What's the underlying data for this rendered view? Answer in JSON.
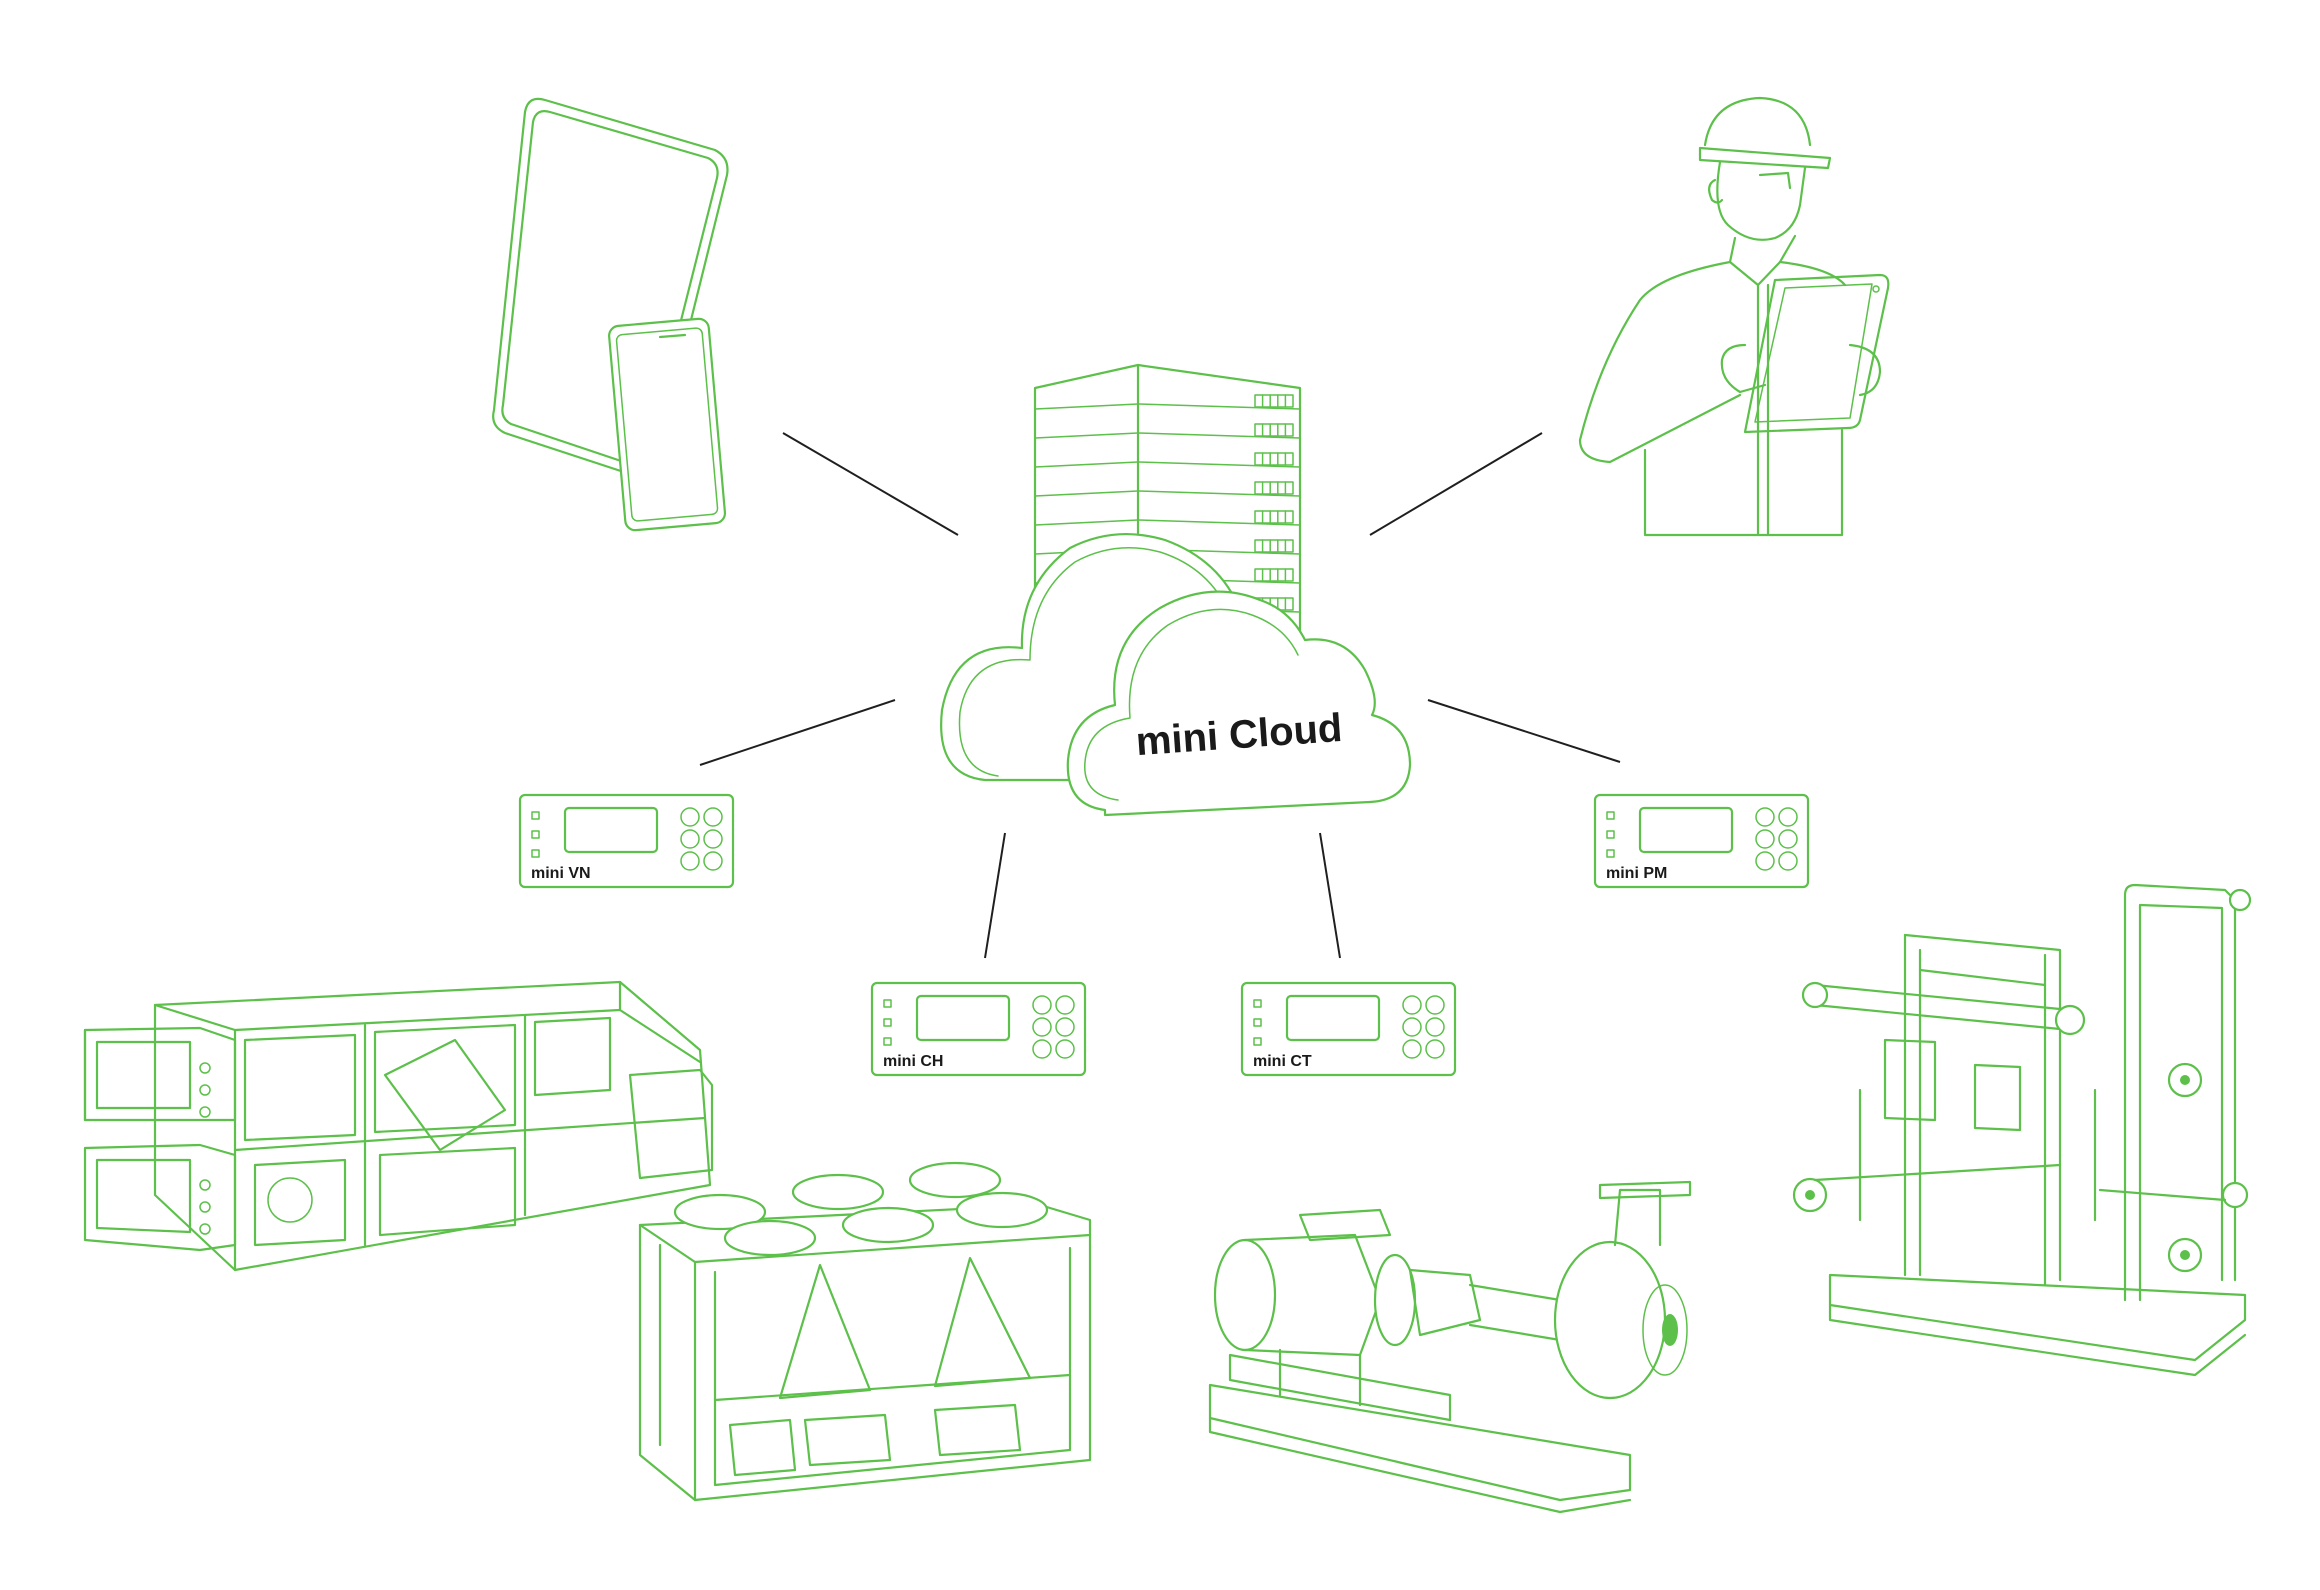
{
  "cloud": {
    "label": "mini Cloud"
  },
  "controllers": [
    {
      "id": "vn",
      "label": "mini VN"
    },
    {
      "id": "ch",
      "label": "mini CH"
    },
    {
      "id": "ct",
      "label": "mini CT"
    },
    {
      "id": "pm",
      "label": "mini PM"
    }
  ],
  "colors": {
    "line_art": "#5cc04a",
    "connector": "#1f1f1f",
    "text": "#1a1a1a",
    "background": "#ffffff"
  },
  "icons": [
    "tablet-phone-icon",
    "technician-icon",
    "server-rack-icon",
    "cloud-icon",
    "air-handling-unit-icon",
    "chiller-icon",
    "centrifugal-pump-icon",
    "pump-station-icon"
  ]
}
